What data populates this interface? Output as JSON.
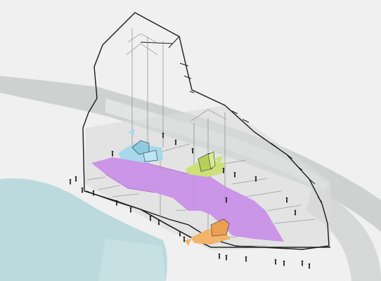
{
  "diagram": {
    "kind": "axonometric-site-diagram",
    "text_labels": [],
    "colors": {
      "background": "#f0f0f0",
      "road": "#cfd1d1",
      "road_light": "#e2e3e3",
      "water": "#bcd9de",
      "shadow": "#dadada",
      "building_outline": "#1a1a1a",
      "thin_line": "#8a8a8a",
      "public_zone": "#c98ee8",
      "zone_blue": "#a8d8ec",
      "zone_green": "#cde07a",
      "zone_orange": "#f2b36a",
      "figure": "#222222"
    },
    "zones": [
      {
        "id": "public-promenade",
        "color_key": "public_zone"
      },
      {
        "id": "blue-pavilion",
        "color_key": "zone_blue"
      },
      {
        "id": "green-pavilion",
        "color_key": "zone_green"
      },
      {
        "id": "orange-pavilion",
        "color_key": "zone_orange"
      }
    ],
    "icons": [
      "person-figure-icon",
      "sun-flag-icon"
    ]
  }
}
